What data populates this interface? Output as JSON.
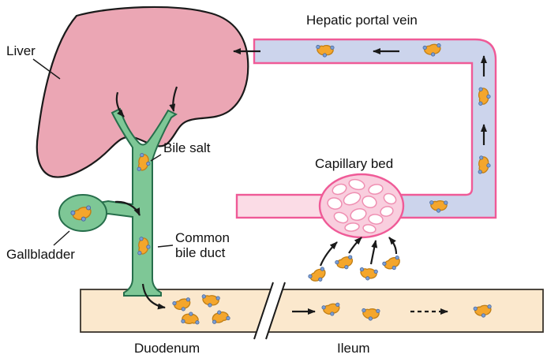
{
  "diagram": {
    "labels": {
      "liver": "Liver",
      "hepatic_portal_vein": "Hepatic portal vein",
      "bile_salt": "Bile salt",
      "gallbladder": "Gallbladder",
      "common_bile_duct_line1": "Common",
      "common_bile_duct_line2": "bile duct",
      "capillary_bed": "Capillary bed",
      "duodenum": "Duodenum",
      "ileum": "Ileum"
    }
  },
  "colors": {
    "liver": "#eba6b4",
    "duct": "#7ec796",
    "duct_stroke": "#266e4b",
    "vein_fill": "#ccd4ec",
    "vein_stroke": "#ef5a97",
    "capillary_vessel": "#fbdce6",
    "capillary_fill": "#f9cede",
    "capillary_cell": "#ef8fb2",
    "intestine_fill": "#fbe8cd",
    "intestine_stroke": "#3a342c",
    "bile_fill": "#f4a62c",
    "bile_stroke": "#c07f17",
    "dot_fill": "#7b9fd6",
    "dot_stroke": "#49689c",
    "outline": "#1a1a1a",
    "text": "#111111"
  }
}
